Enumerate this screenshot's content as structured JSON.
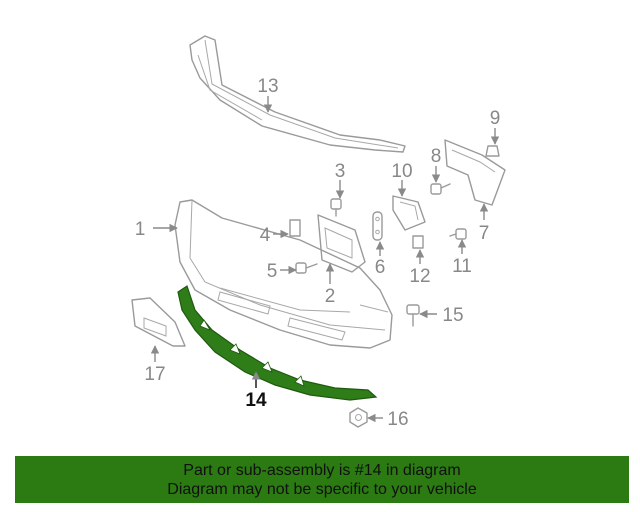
{
  "diagram": {
    "callouts": [
      "1",
      "2",
      "3",
      "4",
      "5",
      "6",
      "7",
      "8",
      "9",
      "10",
      "11",
      "12",
      "13",
      "14",
      "15",
      "16",
      "17"
    ],
    "highlighted_part": "14",
    "highlight_color": "#2e7d18"
  },
  "footer": {
    "line1": "Part or sub-assembly is #14 in diagram",
    "line2": "Diagram may not be specific to your vehicle",
    "background": "#2b7a12"
  }
}
